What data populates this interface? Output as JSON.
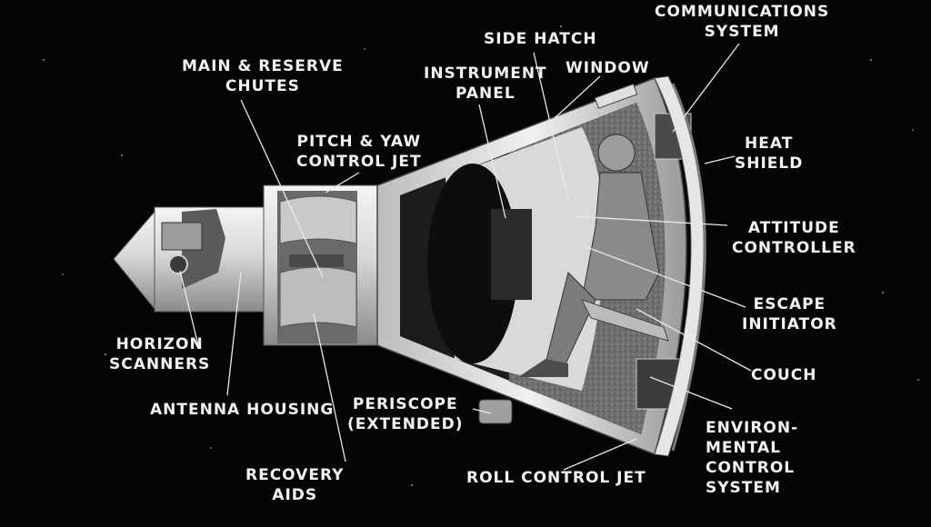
{
  "labels": {
    "main_reserve_chutes": "MAIN & RESERVE\nCHUTES",
    "pitch_yaw_control_jet": "PITCH & YAW\nCONTROL JET",
    "instrument_panel": "INSTRUMENT\nPANEL",
    "side_hatch": "SIDE HATCH",
    "window": "WINDOW",
    "communications_system": "COMMUNICATIONS\nSYSTEM",
    "heat_shield": "HEAT\nSHIELD",
    "attitude_controller": "ATTITUDE\nCONTROLLER",
    "escape_initiator": "ESCAPE\nINITIATOR",
    "couch": "COUCH",
    "environmental_control_system": "ENVIRON-\nMENTAL\nCONTROL\nSYSTEM",
    "roll_control_jet": "ROLL CONTROL JET",
    "recovery_aids": "RECOVERY\nAIDS",
    "periscope": "PERISCOPE\n(EXTENDED)",
    "antenna_housing": "ANTENNA HOUSING",
    "horizon_scanners": "HORIZON\nSCANNERS"
  }
}
